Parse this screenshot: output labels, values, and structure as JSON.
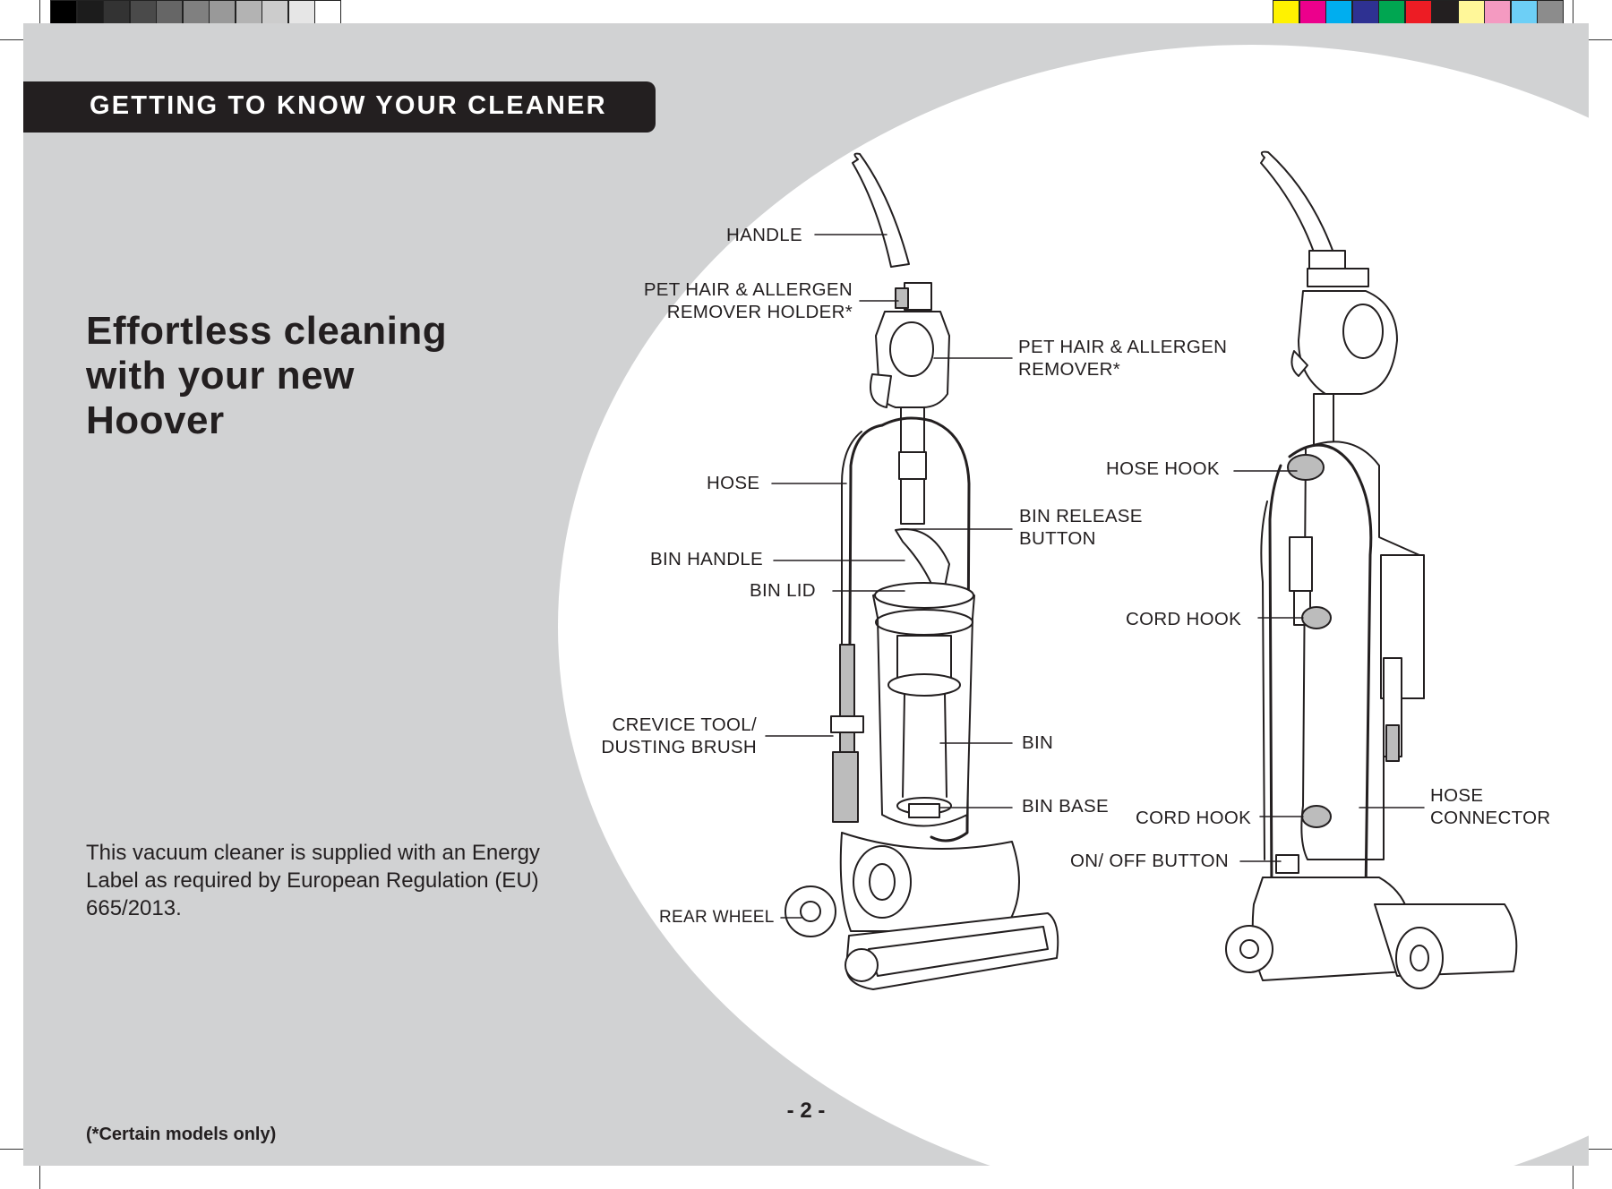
{
  "page": {
    "header": "GETTING TO KNOW YOUR CLEANER",
    "headline": [
      "Effortless cleaning",
      "with your new",
      "Hoover"
    ],
    "body_text": "This vacuum cleaner is supplied with an Energy Label as required by European Regulation (EU) 665/2013.",
    "footnote": "(*Certain models only)",
    "page_number": "- 2 -"
  },
  "labels": {
    "handle": "HANDLE",
    "pet_hair_holder": [
      "PET HAIR & ALLERGEN",
      "REMOVER HOLDER*"
    ],
    "pet_hair_remover": [
      "PET HAIR & ALLERGEN",
      "REMOVER*"
    ],
    "hose": "HOSE",
    "bin_release_button": [
      "BIN RELEASE",
      "BUTTON"
    ],
    "bin_handle": "BIN HANDLE",
    "bin_lid": "BIN LID",
    "crevice_tool": [
      "CREVICE TOOL/",
      "DUSTING BRUSH"
    ],
    "bin": "BIN",
    "bin_base": "BIN BASE",
    "rear_wheel": "REAR WHEEL",
    "hose_hook": "HOSE HOOK",
    "cord_hook_upper": "CORD HOOK",
    "cord_hook_lower": "CORD HOOK",
    "hose_connector": [
      "HOSE",
      "CONNECTOR"
    ],
    "on_off_button": "ON/ OFF BUTTON"
  },
  "colors": {
    "background_panel": "#d1d2d3",
    "header_bar": "#231f20",
    "text": "#231f20",
    "calibration_grays": [
      "#000000",
      "#1c1c1c",
      "#333333",
      "#4a4a4a",
      "#666666",
      "#808080",
      "#999999",
      "#b3b3b3",
      "#cccccc",
      "#e6e6e6",
      "#ffffff"
    ],
    "calibration_colors": [
      "#fff200",
      "#ec008c",
      "#00aeef",
      "#2e3192",
      "#00a651",
      "#ed1c24",
      "#231f20",
      "#fff799",
      "#f49ac1",
      "#6dcff6",
      "#8c8c8c"
    ]
  }
}
